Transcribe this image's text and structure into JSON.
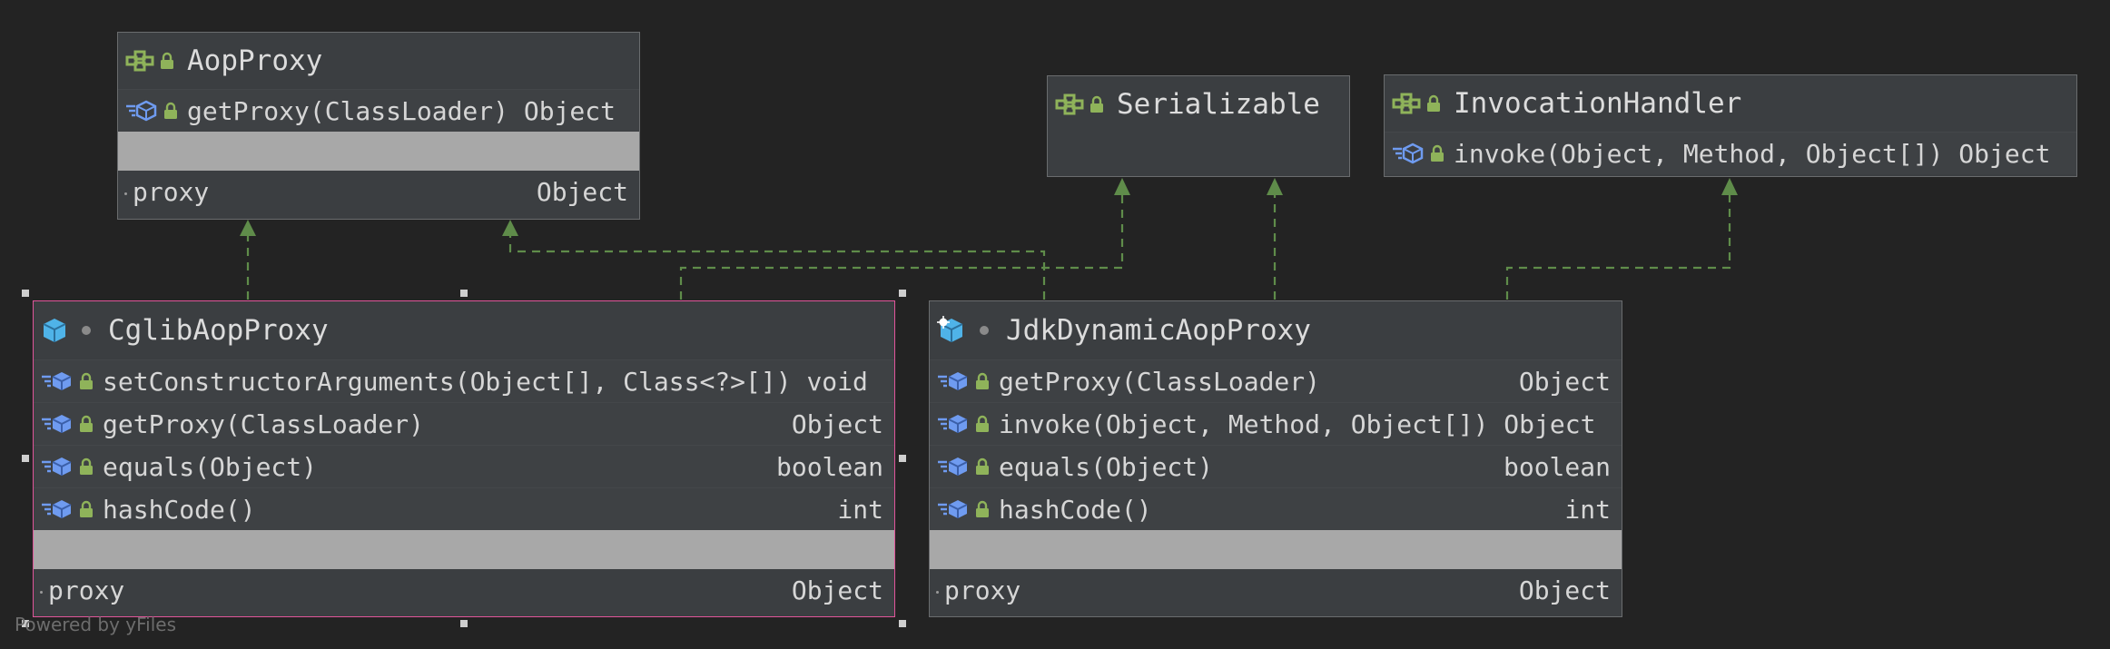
{
  "diagram": {
    "nodes": {
      "aopproxy": {
        "name": "AopProxy",
        "methods": [
          {
            "signature": "getProxy(ClassLoader) Object",
            "return": ""
          }
        ],
        "fields": [
          {
            "name": "proxy",
            "type": "Object"
          }
        ]
      },
      "serializable": {
        "name": "Serializable"
      },
      "invocationhandler": {
        "name": "InvocationHandler",
        "methods": [
          {
            "signature": "invoke(Object, Method, Object[]) Object",
            "return": ""
          }
        ]
      },
      "cglib": {
        "name": "CglibAopProxy",
        "methods": [
          {
            "signature": "setConstructorArguments(Object[], Class<?>[]) void",
            "return": ""
          },
          {
            "signature": "getProxy(ClassLoader)",
            "return": "Object"
          },
          {
            "signature": "equals(Object)",
            "return": "boolean"
          },
          {
            "signature": "hashCode()",
            "return": "int"
          }
        ],
        "fields": [
          {
            "name": "proxy",
            "type": "Object"
          }
        ]
      },
      "jdk": {
        "name": "JdkDynamicAopProxy",
        "methods": [
          {
            "signature": "getProxy(ClassLoader)",
            "return": "Object"
          },
          {
            "signature": "invoke(Object, Method, Object[]) Object",
            "return": ""
          },
          {
            "signature": "equals(Object)",
            "return": "boolean"
          },
          {
            "signature": "hashCode()",
            "return": "int"
          }
        ],
        "fields": [
          {
            "name": "proxy",
            "type": "Object"
          }
        ]
      }
    },
    "edges": [
      {
        "from": "CglibAopProxy",
        "to": "AopProxy",
        "kind": "implements"
      },
      {
        "from": "CglibAopProxy",
        "to": "Serializable",
        "kind": "implements"
      },
      {
        "from": "JdkDynamicAopProxy",
        "to": "AopProxy",
        "kind": "implements"
      },
      {
        "from": "JdkDynamicAopProxy",
        "to": "Serializable",
        "kind": "implements"
      },
      {
        "from": "JdkDynamicAopProxy",
        "to": "InvocationHandler",
        "kind": "implements"
      }
    ],
    "colors": {
      "background": "#232323",
      "node_fill": "#3b3e41",
      "edge": "#5f8c4a",
      "selection": "#e0559a",
      "interface_icon": "#8fb35a",
      "class_icon": "#4fb3e8",
      "method_icon": "#6f9bf0"
    },
    "watermark": "Powered by yFiles"
  }
}
